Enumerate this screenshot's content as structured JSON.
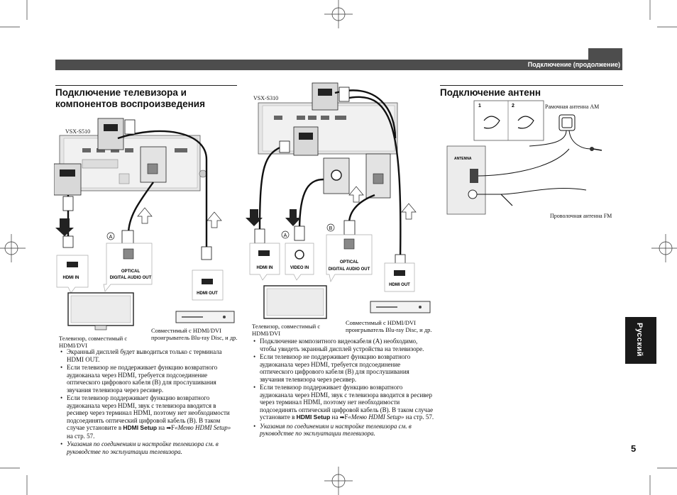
{
  "header": {
    "title": "Подключение (продолжение)"
  },
  "left_section": {
    "title_line1": "Подключение телевизора и",
    "title_line2": "компонентов воспроизведения",
    "model": "VSX-S510",
    "tv_caption": "Телевизор, совместимый с HDMI/DVI",
    "bd_caption": "Совместимый с HDMI/DVI проигрыватель Blu-ray Disc, и др.",
    "bullets": [
      "Экранный дисплей будет выводиться только с терминала HDMI OUT.",
      "Если телевизор не поддерживает функцию возвратного аудиоканала через HDMI, требуется подсоединение оптического цифрового кабеля (",
      ") для прослушивания звучания телевизора через ресивер.",
      "Если телевизор поддерживает функцию возвратного аудиоканала через HDMI, звук с телевизора вводится в ресивер через терминал HDMI, поэтому нет необходимости подсоединять оптический цифровой кабель (",
      "). В таком случае установите",
      "в",
      "на",
      "«Меню HDMI Setup»",
      "на стр. 57.",
      "Указания по соединениям и настройке телевизора см. в руководстве по эксплуатации телевизора."
    ]
  },
  "middle_section": {
    "model": "VSX-S310",
    "tv_caption": "Телевизор, совместимый с HDMI/DVI",
    "bd_caption": "Совместимый с HDMI/DVI проигрыватель Blu-ray Disc, и др.",
    "bullets": [
      "Подключение композитного видеокабеля (",
      ") необходимо, чтобы увидеть экранный дисплей устройства на телевизоре.",
      "Если телевизор не поддерживает функцию возвратного аудиоканала через HDMI, требуется подсоединение оптического цифрового кабеля (",
      ") для прослушивания звучания телевизора через ресивер.",
      "Если телевизор поддерживает функцию возвратного аудиоканала через HDMI, звук с телевизора вводится в ресивер через терминал HDMI, поэтому нет необходимости подсоединять оптический цифровой кабель (",
      "). В таком случае установите",
      "в",
      "на",
      "«Меню HDMI Setup»",
      "на стр. 57.",
      "Указания по соединениям и настройке телевизора см. в руководстве по эксплуатации телевизора."
    ]
  },
  "right_section": {
    "title": "Подключение антенн",
    "step1": "1",
    "step2": "2",
    "am_label": "Рамочная антенна AM",
    "fm_label": "Проволочная антенна FM",
    "panel_title": "ANTENNA"
  },
  "labels": {
    "hdmi_in": "HDMI IN",
    "hdmi_out": "HDMI OUT",
    "optical": "OPTICAL",
    "digital_audio_out": "DIGITAL AUDIO OUT",
    "video_in": "VIDEO IN",
    "hdmi_setup": "HDMI Setup",
    "badge_a": "A",
    "badge_b": "B",
    "menu_icon": "F",
    "arrow": "➡"
  },
  "side_tab": "Русский",
  "page_number": "5"
}
